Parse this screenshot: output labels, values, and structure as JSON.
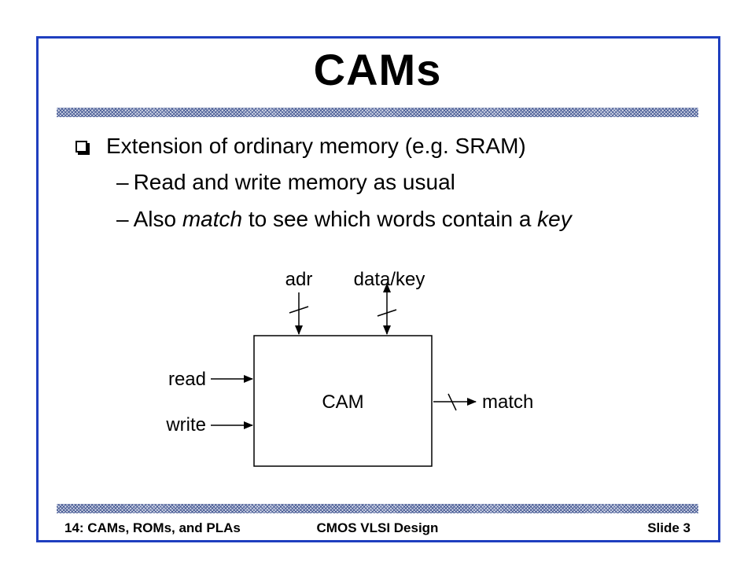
{
  "slide": {
    "title": "CAMs",
    "bullet": {
      "icon": "checkbox-bullet-icon",
      "text": "Extension of ordinary memory (e.g. SRAM)"
    },
    "sub_bullets": [
      {
        "dash": "–",
        "parts": [
          "Read and write memory as usual"
        ]
      },
      {
        "dash": "–",
        "parts": [
          "Also ",
          "match",
          " to see which words contain a ",
          "key"
        ]
      }
    ]
  },
  "diagram": {
    "block_label": "CAM",
    "inputs_top": [
      "adr",
      "data/key"
    ],
    "inputs_left": [
      "read",
      "write"
    ],
    "output_right": "match"
  },
  "footer": {
    "left": "14: CAMs, ROMs, and PLAs",
    "center": "CMOS VLSI Design",
    "right": "Slide 3"
  },
  "colors": {
    "frame": "#1f3fbf",
    "hatch": "#4a5d96"
  }
}
